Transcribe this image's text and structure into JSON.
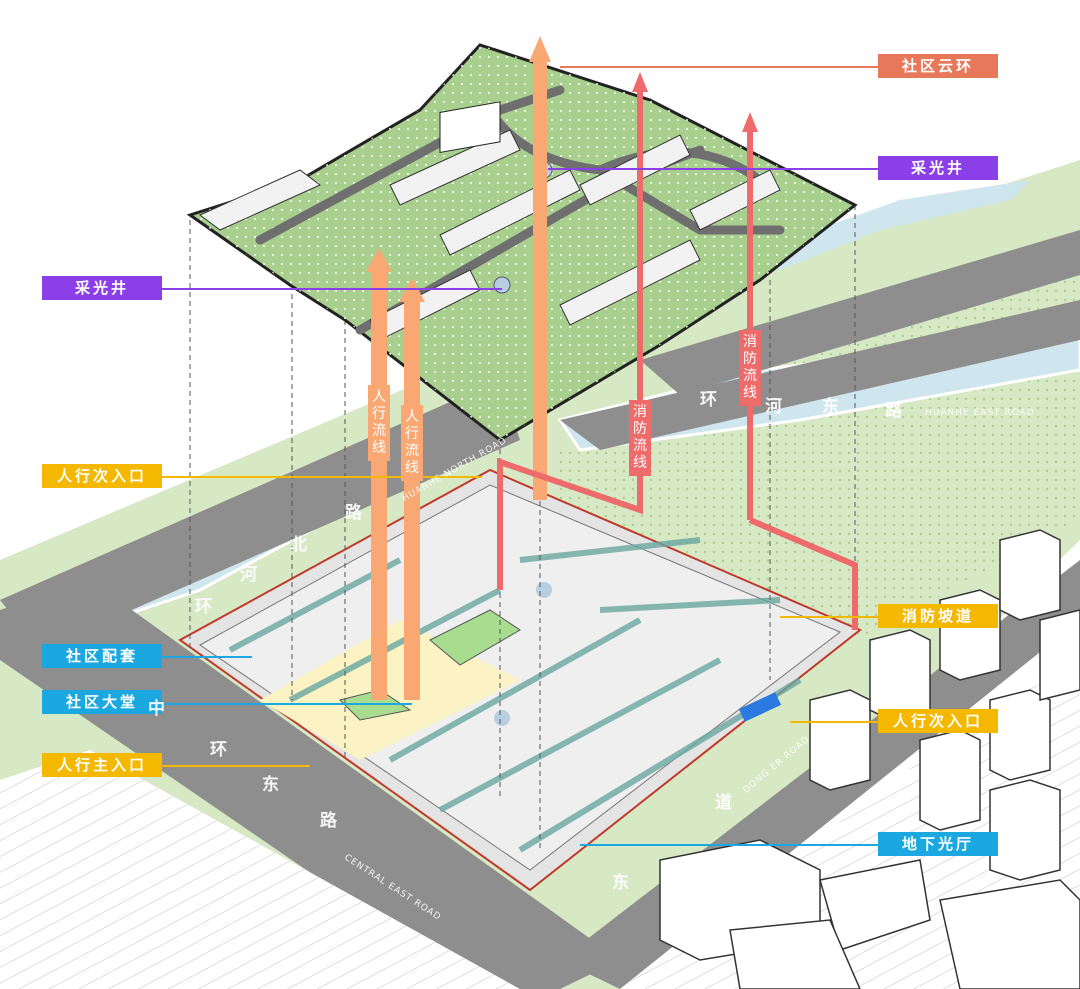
{
  "colors": {
    "cloud_ring": "#E8785A",
    "lightwell": "#8A3FE8",
    "entrance": "#F5B800",
    "service": "#1BA8E0",
    "pedestrian_flow": "#F9A873",
    "fire_flow": "#EE6B6B",
    "roof_green": "#A8CF8E",
    "road": "#8E8E8E",
    "water": "#CFE6EE"
  },
  "labels": {
    "cloud_ring": "社区云环",
    "lightwell_right": "采光井",
    "lightwell_left": "采光井",
    "secondary_entrance_left": "人行次入口",
    "community_facilities": "社区配套",
    "community_lobby": "社区大堂",
    "main_entrance": "人行主入口",
    "fire_ramp": "消防坡道",
    "secondary_entrance_right": "人行次入口",
    "underground_light_hall": "地下光厅"
  },
  "flows": {
    "pedestrian_1": "人行流线",
    "pedestrian_2": "人行流线",
    "fire_1": "消防流线",
    "fire_2": "消防流线"
  },
  "roads": {
    "huanhe_east_cn": [
      "环",
      "河",
      "东",
      "路"
    ],
    "huanhe_east_en": "HUANHE EAST ROAD",
    "huanhe_north_cn": [
      "环",
      "河",
      "北",
      "路"
    ],
    "huanhe_north_en": "HUANHE NORTH ROAD",
    "central_east_cn": [
      "中",
      "环",
      "东",
      "路"
    ],
    "central_east_en": "CENTRAL EAST ROAD",
    "donger_cn": [
      "东",
      "道"
    ],
    "donger_en": "DONG ER ROAD"
  }
}
